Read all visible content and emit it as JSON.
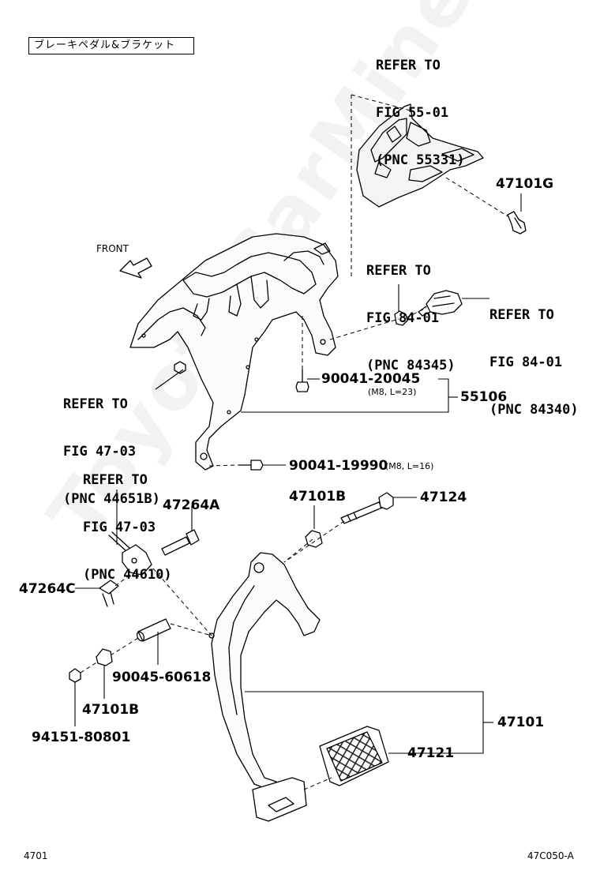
{
  "title_box": "ブレーキペダル&ブラケット",
  "front_label": "FRONT",
  "watermark": "ToyotaCarMine.ru",
  "refs": {
    "fig55": [
      "REFER TO",
      "FIG 55-01",
      "(PNC 55331)"
    ],
    "fig84_a": [
      "REFER TO",
      "FIG 84-01",
      "(PNC 84345)"
    ],
    "fig84_b": [
      "REFER TO",
      "FIG 84-01",
      "(PNC 84340)"
    ],
    "fig47_a": [
      "REFER TO",
      "FIG 47-03",
      "(PNC 44651B)"
    ],
    "fig47_b": [
      "REFER TO",
      "FIG 47-03",
      "(PNC 44610)"
    ]
  },
  "parts": {
    "p47101G": "47101G",
    "p90041_20045": "90041-20045",
    "p90041_20045_spec": "(M8, L=23)",
    "p55106": "55106",
    "p90041_19990": "90041-19990",
    "p90041_19990_spec": "(M8, L=16)",
    "p47264A": "47264A",
    "p47101B_top": "47101B",
    "p47124": "47124",
    "p47264C": "47264C",
    "p90045_60618": "90045-60618",
    "p47101B_bottom": "47101B",
    "p94151_80801": "94151-80801",
    "p47101": "47101",
    "p47121": "47121"
  },
  "footer": {
    "left": "4701",
    "right": "47C050-A"
  }
}
